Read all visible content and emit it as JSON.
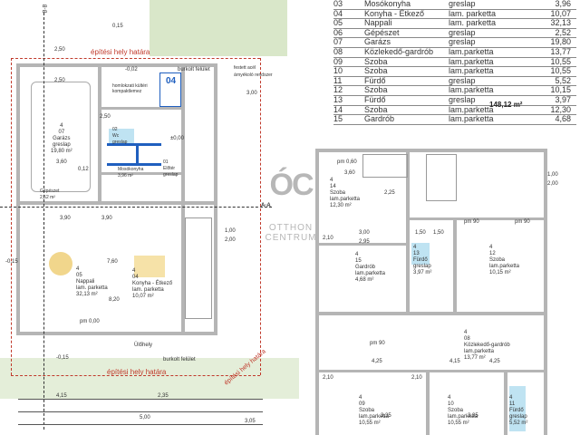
{
  "room_table": {
    "rows": [
      {
        "no": "03",
        "name": "Mosókonyha",
        "floor": "greslap",
        "area": "3,96"
      },
      {
        "no": "04",
        "name": "Konyha - Étkező",
        "floor": "lam. parketta",
        "area": "10,07"
      },
      {
        "no": "05",
        "name": "Nappali",
        "floor": "lam. parketta",
        "area": "32,13"
      },
      {
        "no": "06",
        "name": "Gépészet",
        "floor": "greslap",
        "area": "2,52"
      },
      {
        "no": "07",
        "name": "Garázs",
        "floor": "greslap",
        "area": "19,80"
      },
      {
        "no": "08",
        "name": "Közlekedő-gardrób",
        "floor": "lam.parketta",
        "area": "13,77"
      },
      {
        "no": "09",
        "name": "Szoba",
        "floor": "lam.parketta",
        "area": "10,55"
      },
      {
        "no": "10",
        "name": "Szoba",
        "floor": "lam.parketta",
        "area": "10,55"
      },
      {
        "no": "11",
        "name": "Fürdő",
        "floor": "greslap",
        "area": "5,52"
      },
      {
        "no": "12",
        "name": "Szoba",
        "floor": "lam.parketta",
        "area": "10,15"
      },
      {
        "no": "13",
        "name": "Fürdő",
        "floor": "greslap",
        "area": "3,97"
      },
      {
        "no": "14",
        "name": "Szoba",
        "floor": "lam.parketta",
        "area": "12,30"
      },
      {
        "no": "15",
        "name": "Gardrób",
        "floor": "lam.parketta",
        "area": "4,68"
      }
    ],
    "total": "148,12 m²"
  },
  "logo": {
    "mark": "ÓC",
    "line1": "OTTHON",
    "line2": "CENTRUM"
  },
  "ground_floor": {
    "building_line_top": "építési hely határa",
    "building_line_bottom": "építési hely határa",
    "paved_top": "burkolt felület",
    "paved_bottom": "burkolt felület",
    "painted_steel": "festett acél",
    "shading": "árnyékoló rendszer",
    "facade_note1": "homlokzati kültéri",
    "facade_note2": "kompaktlemez",
    "rooms": [
      {
        "num": "4",
        "code": "07",
        "name": "Garázs",
        "floor": "greslap",
        "area": "19,80 m²"
      },
      {
        "num": "4",
        "code": "05",
        "name": "Nappali",
        "floor": "lam. parketta",
        "area": "32,13 m²"
      },
      {
        "num": "4",
        "code": "04",
        "name": "Konyha - Étkező",
        "floor": "lam. parketta",
        "area": "10,07 m²"
      },
      {
        "num": "4",
        "code": "03",
        "name": "Mosókonyha",
        "floor": "greslap",
        "area": "3,96 m²"
      },
      {
        "num": "4",
        "code": "02",
        "name": "Wc",
        "floor": "greslap",
        "area": ""
      },
      {
        "num": "4",
        "code": "01",
        "name": "Előtér",
        "floor": "greslap",
        "area": ""
      },
      {
        "num": "4",
        "code": "06",
        "name": "Gépészet",
        "floor": "",
        "area": "2,52 m²"
      }
    ],
    "stair_label": "04",
    "pm_label": "pm 0,00",
    "level_label": "±0,00",
    "section_mark": "A-A",
    "section_mark_b": "B-B",
    "dims": [
      "0,15",
      "2,50",
      "2,50",
      "2,50",
      "3,60",
      "3,90",
      "3,90",
      "4,15",
      "2,35",
      "8,20",
      "7,60",
      "3,00",
      "3,05",
      "1,00",
      "2,00",
      "5,00",
      "-0,15",
      "-0,02",
      "0,12",
      "-0,15"
    ],
    "terrace": "Ülőhely"
  },
  "first_floor": {
    "rooms": [
      {
        "num": "4",
        "code": "14",
        "name": "Szoba",
        "floor": "lam.parketta",
        "area": "12,30 m²"
      },
      {
        "num": "4",
        "code": "13",
        "name": "Fürdő",
        "floor": "greslap",
        "area": "3,97 m²"
      },
      {
        "num": "4",
        "code": "12",
        "name": "Szoba",
        "floor": "lam.parketta",
        "area": "10,15 m²"
      },
      {
        "num": "4",
        "code": "15",
        "name": "Gardrób",
        "floor": "lam.parketta",
        "area": "4,68 m²"
      },
      {
        "num": "4",
        "code": "08",
        "name": "Közlekedő-gardrób",
        "floor": "lam.parketta",
        "area": "13,77 m²"
      },
      {
        "num": "4",
        "code": "09",
        "name": "Szoba",
        "floor": "lam.parketta",
        "area": "10,55 m²"
      },
      {
        "num": "4",
        "code": "10",
        "name": "Szoba",
        "floor": "lam.parketta",
        "area": "10,55 m²"
      },
      {
        "num": "4",
        "code": "11",
        "name": "Fürdő",
        "floor": "greslap",
        "area": "5,52 m²"
      }
    ],
    "pm_labels": [
      "pm 0,60",
      "pm 90",
      "pm 90",
      "pm 90"
    ],
    "dims": [
      "3,60",
      "2,10",
      "2,25",
      "3,00",
      "2,95",
      "1,50",
      "1,50",
      "4,25",
      "4,15",
      "2,10",
      "2,10",
      "3,35",
      "3,35",
      "1,00",
      "2,00",
      "4,25"
    ]
  }
}
